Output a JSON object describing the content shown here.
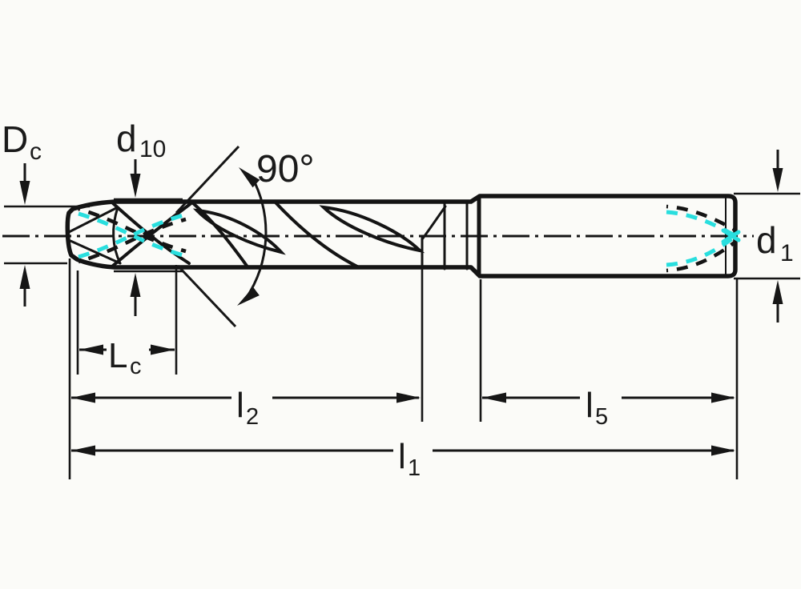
{
  "drawing": {
    "colors": {
      "background": "#fbfbf8",
      "body_fill": "#c9c9c9",
      "outline": "#141414",
      "coolant": "#29dede"
    },
    "labels": {
      "Dc": {
        "base": "D",
        "sub": "c"
      },
      "d10": {
        "base": "d",
        "sub": "10"
      },
      "angle": "90°",
      "d1": {
        "base": "d",
        "sub": "1"
      },
      "Lc": {
        "base": "L",
        "sub": "c"
      },
      "l2": {
        "base": "l",
        "sub": "2"
      },
      "l5": {
        "base": "l",
        "sub": "5"
      },
      "l1": {
        "base": "l",
        "sub": "1"
      }
    }
  }
}
